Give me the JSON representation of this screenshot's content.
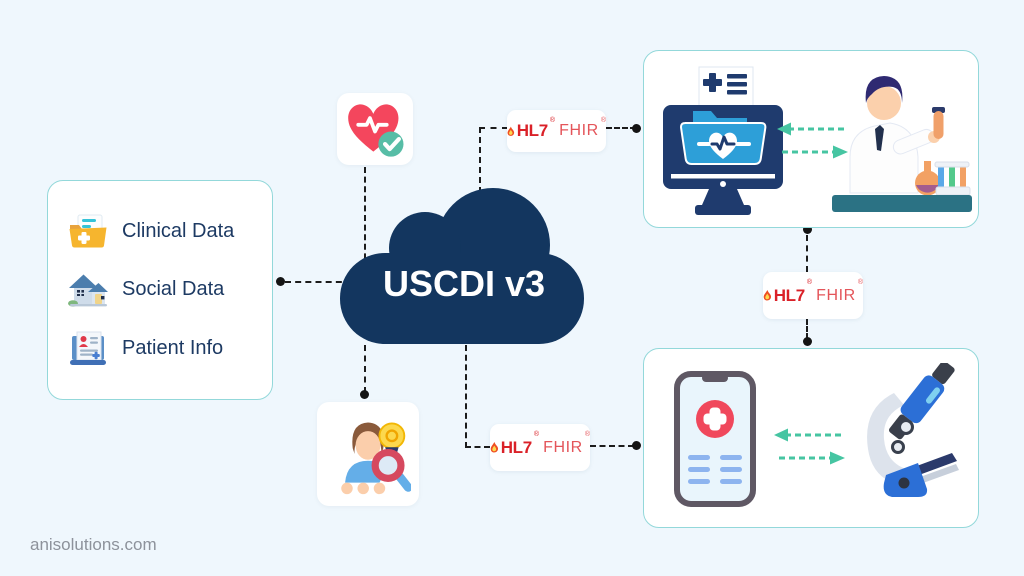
{
  "cloud": {
    "label": "USCDI v3"
  },
  "data_panel": {
    "items": [
      {
        "label": "Clinical Data",
        "icon": "clinical-folder-icon"
      },
      {
        "label": "Social Data",
        "icon": "house-icon"
      },
      {
        "label": "Patient Info",
        "icon": "patient-document-icon"
      }
    ]
  },
  "badges": {
    "hl7": "HL7",
    "fhir": "FHIR",
    "reg": "®"
  },
  "footer": {
    "text": "anisolutions.com"
  },
  "icons": [
    "heart-pulse-check-icon",
    "person-insight-search-icon",
    "ehr-monitor-folder-icon",
    "scientist-lab-icon",
    "medical-app-phone-icon",
    "microscope-icon",
    "hl7-flame-icon",
    "clinical-folder-icon",
    "house-icon",
    "patient-document-icon"
  ],
  "colors": {
    "background": "#eff7fd",
    "cloud_navy": "#13365f",
    "panel_border": "#93d8da",
    "label_navy": "#1d3a63",
    "hl7_red": "#da2128",
    "fhir_red": "#e4555a",
    "arrow_teal": "#46c5a2",
    "connector_black": "#1c1c1c",
    "heart_red": "#f4465d",
    "check_teal": "#57bda6",
    "footer_gray": "#8d929b"
  }
}
